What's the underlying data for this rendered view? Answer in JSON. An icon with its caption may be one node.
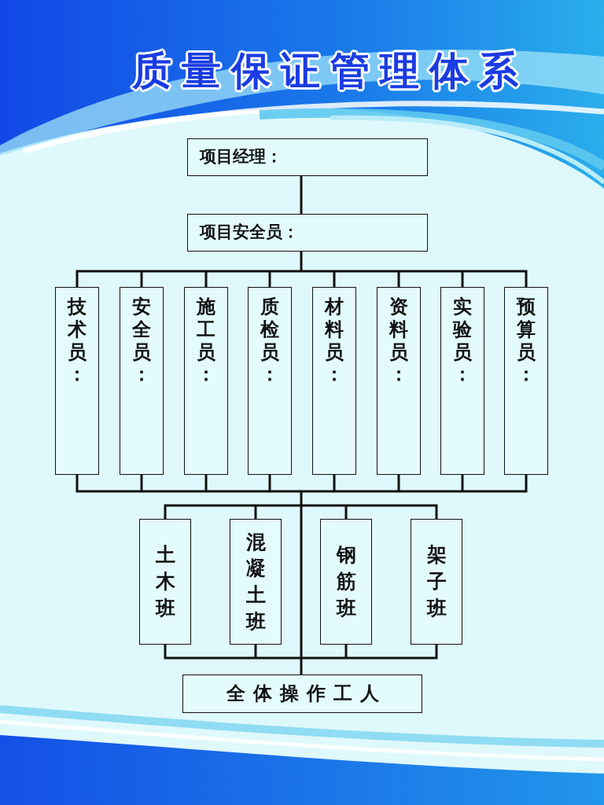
{
  "diagram": {
    "title": "质量保证管理体系",
    "nodes": [
      {
        "text": [
          "项目经理："
        ]
      },
      {
        "text": [
          "项目安全员："
        ]
      },
      {
        "text": [
          "技术员："
        ]
      },
      {
        "text": [
          "安全员："
        ]
      },
      {
        "text": [
          "施工员："
        ]
      },
      {
        "text": [
          "质检员："
        ]
      },
      {
        "text": [
          "材料员："
        ]
      },
      {
        "text": [
          "资料员："
        ]
      },
      {
        "text": [
          "实验员："
        ]
      },
      {
        "text": [
          "预算员："
        ]
      },
      {
        "text": [
          "土木班"
        ]
      },
      {
        "text": [
          "混凝土班"
        ]
      },
      {
        "text": [
          "钢筋班"
        ]
      },
      {
        "text": [
          "架子班"
        ]
      },
      {
        "text": [
          "全体操作工人"
        ]
      }
    ],
    "edges": [
      {
        "from": 0,
        "to": 1,
        "arrow": "none"
      },
      {
        "from": 1,
        "to": 2,
        "arrow": "none"
      },
      {
        "from": 1,
        "to": 3,
        "arrow": "none"
      },
      {
        "from": 1,
        "to": 4,
        "arrow": "none"
      },
      {
        "from": 1,
        "to": 5,
        "arrow": "none"
      },
      {
        "from": 1,
        "to": 6,
        "arrow": "none"
      },
      {
        "from": 1,
        "to": 7,
        "arrow": "none"
      },
      {
        "from": 1,
        "to": 8,
        "arrow": "none"
      },
      {
        "from": 1,
        "to": 9,
        "arrow": "none"
      },
      {
        "from": 2,
        "to": 10,
        "arrow": "none"
      },
      {
        "from": 2,
        "to": 11,
        "arrow": "none"
      },
      {
        "from": 2,
        "to": 12,
        "arrow": "none"
      },
      {
        "from": 2,
        "to": 13,
        "arrow": "none"
      },
      {
        "from": 2,
        "to": 14,
        "arrow": "none"
      },
      {
        "from": 3,
        "to": 10,
        "arrow": "none"
      },
      {
        "from": 3,
        "to": 11,
        "arrow": "none"
      },
      {
        "from": 3,
        "to": 12,
        "arrow": "none"
      },
      {
        "from": 3,
        "to": 13,
        "arrow": "none"
      },
      {
        "from": 3,
        "to": 14,
        "arrow": "none"
      },
      {
        "from": 4,
        "to": 10,
        "arrow": "none"
      },
      {
        "from": 4,
        "to": 11,
        "arrow": "none"
      },
      {
        "from": 4,
        "to": 12,
        "arrow": "none"
      },
      {
        "from": 4,
        "to": 13,
        "arrow": "none"
      },
      {
        "from": 4,
        "to": 14,
        "arrow": "none"
      },
      {
        "from": 5,
        "to": 10,
        "arrow": "none"
      },
      {
        "from": 5,
        "to": 11,
        "arrow": "none"
      },
      {
        "from": 5,
        "to": 12,
        "arrow": "none"
      },
      {
        "from": 5,
        "to": 13,
        "arrow": "none"
      },
      {
        "from": 5,
        "to": 14,
        "arrow": "none"
      },
      {
        "from": 6,
        "to": 10,
        "arrow": "none"
      },
      {
        "from": 6,
        "to": 11,
        "arrow": "none"
      },
      {
        "from": 6,
        "to": 12,
        "arrow": "none"
      },
      {
        "from": 6,
        "to": 13,
        "arrow": "none"
      },
      {
        "from": 6,
        "to": 14,
        "arrow": "none"
      },
      {
        "from": 7,
        "to": 10,
        "arrow": "none"
      },
      {
        "from": 7,
        "to": 11,
        "arrow": "none"
      },
      {
        "from": 7,
        "to": 12,
        "arrow": "none"
      },
      {
        "from": 7,
        "to": 13,
        "arrow": "none"
      },
      {
        "from": 7,
        "to": 14,
        "arrow": "none"
      },
      {
        "from": 8,
        "to": 10,
        "arrow": "none"
      },
      {
        "from": 8,
        "to": 11,
        "arrow": "none"
      },
      {
        "from": 8,
        "to": 12,
        "arrow": "none"
      },
      {
        "from": 8,
        "to": 13,
        "arrow": "none"
      },
      {
        "from": 8,
        "to": 14,
        "arrow": "none"
      },
      {
        "from": 9,
        "to": 10,
        "arrow": "none"
      },
      {
        "from": 9,
        "to": 11,
        "arrow": "none"
      },
      {
        "from": 9,
        "to": 12,
        "arrow": "none"
      },
      {
        "from": 9,
        "to": 13,
        "arrow": "none"
      },
      {
        "from": 9,
        "to": 14,
        "arrow": "none"
      },
      {
        "from": 10,
        "to": 14,
        "arrow": "none"
      },
      {
        "from": 11,
        "to": 14,
        "arrow": "none"
      },
      {
        "from": 12,
        "to": 14,
        "arrow": "none"
      },
      {
        "from": 13,
        "to": 14,
        "arrow": "none"
      }
    ]
  }
}
